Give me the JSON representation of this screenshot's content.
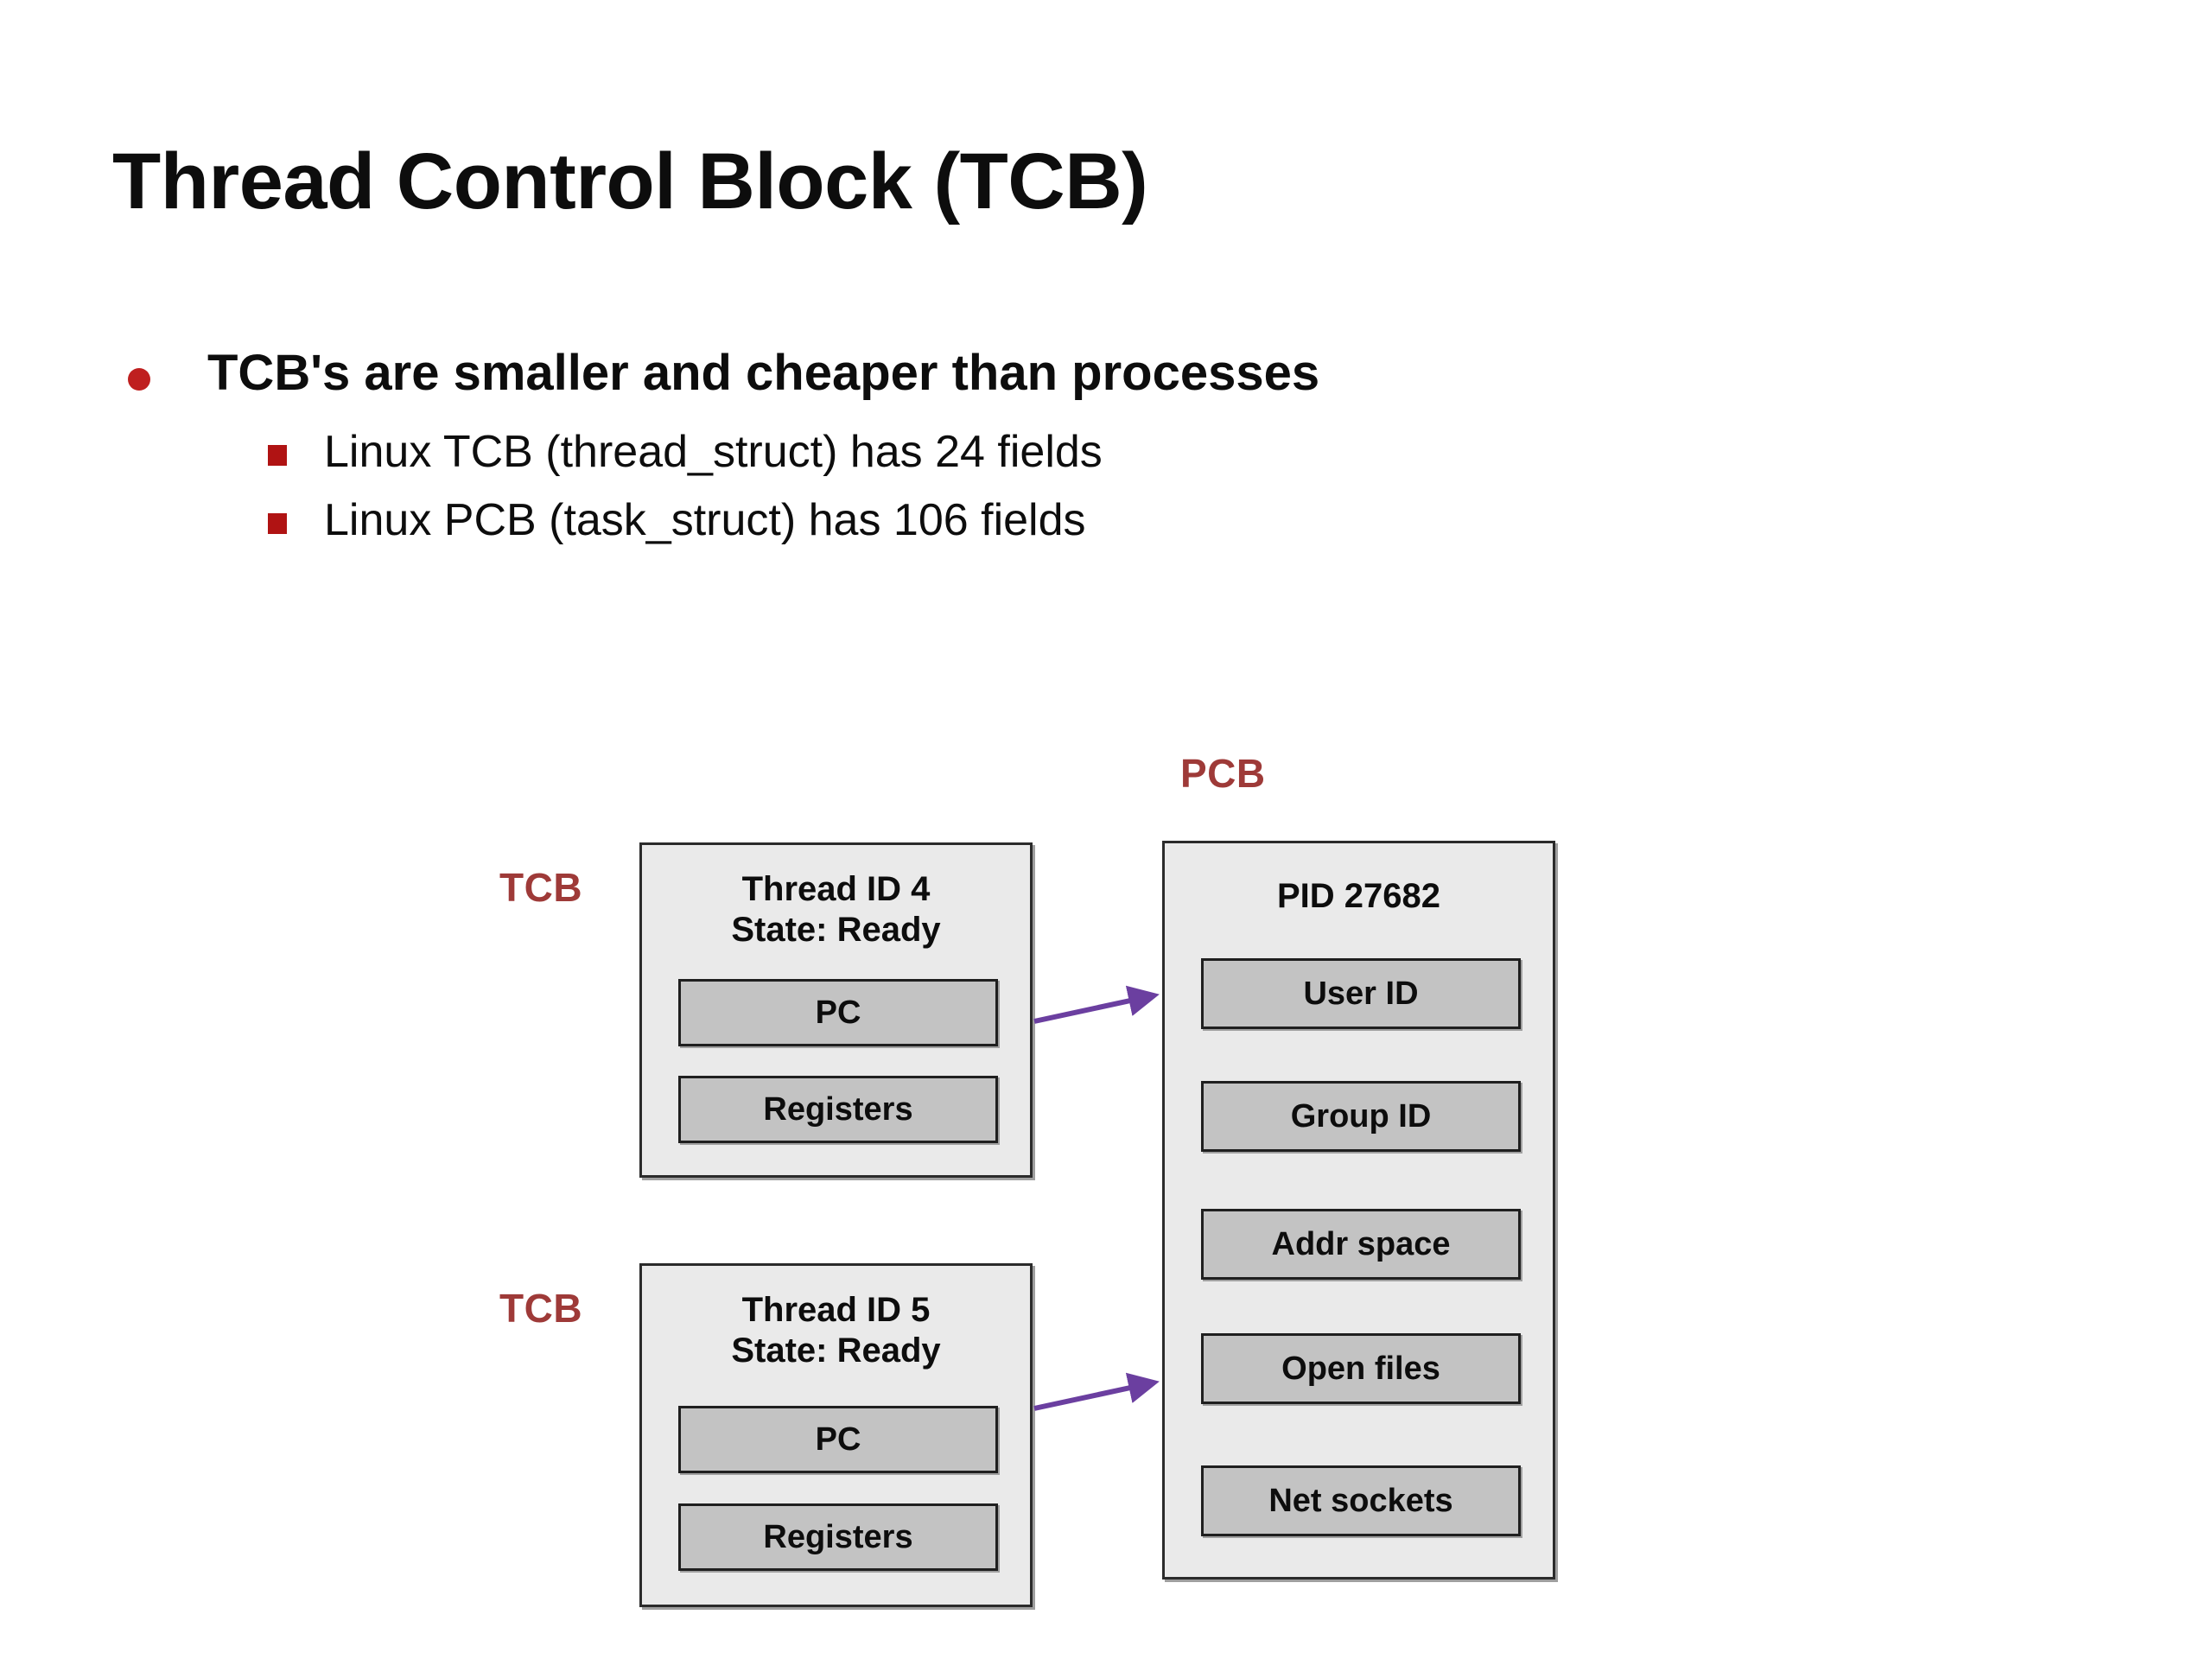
{
  "slide": {
    "title": "Thread Control Block (TCB)",
    "bullets": [
      {
        "level": 1,
        "marker": "dot-bullet-icon",
        "text": "TCB's are smaller and cheaper than processes"
      },
      {
        "level": 2,
        "marker": "square-bullet-icon",
        "text": "Linux TCB (thread_struct) has 24 fields"
      },
      {
        "level": 2,
        "marker": "square-bullet-icon",
        "text": "Linux PCB (task_struct) has 106 fields"
      }
    ]
  },
  "diagram": {
    "labels": {
      "tcb": "TCB",
      "pcb": "PCB"
    },
    "colors": {
      "label_red": "#9e3a38",
      "bullet_red": "#bf1f1f",
      "arrow_purple": "#6b3fa0",
      "outer_fill": "#eaeaea",
      "inner_fill": "#c3c3c3",
      "border_dark": "#2b2b2b"
    },
    "tcb_blocks": [
      {
        "label": "TCB",
        "heading": "Thread ID 4\nState: Ready",
        "fields": [
          "PC",
          "Registers"
        ]
      },
      {
        "label": "TCB",
        "heading": "Thread ID 5\nState: Ready",
        "fields": [
          "PC",
          "Registers"
        ]
      }
    ],
    "pcb_block": {
      "label": "PCB",
      "heading": "PID 27682",
      "fields": [
        "User ID",
        "Group ID",
        "Addr space",
        "Open files",
        "Net sockets"
      ]
    },
    "arrows": [
      {
        "from": "tcb-block-1",
        "to": "pcb-block"
      },
      {
        "from": "tcb-block-2",
        "to": "pcb-block"
      }
    ]
  }
}
